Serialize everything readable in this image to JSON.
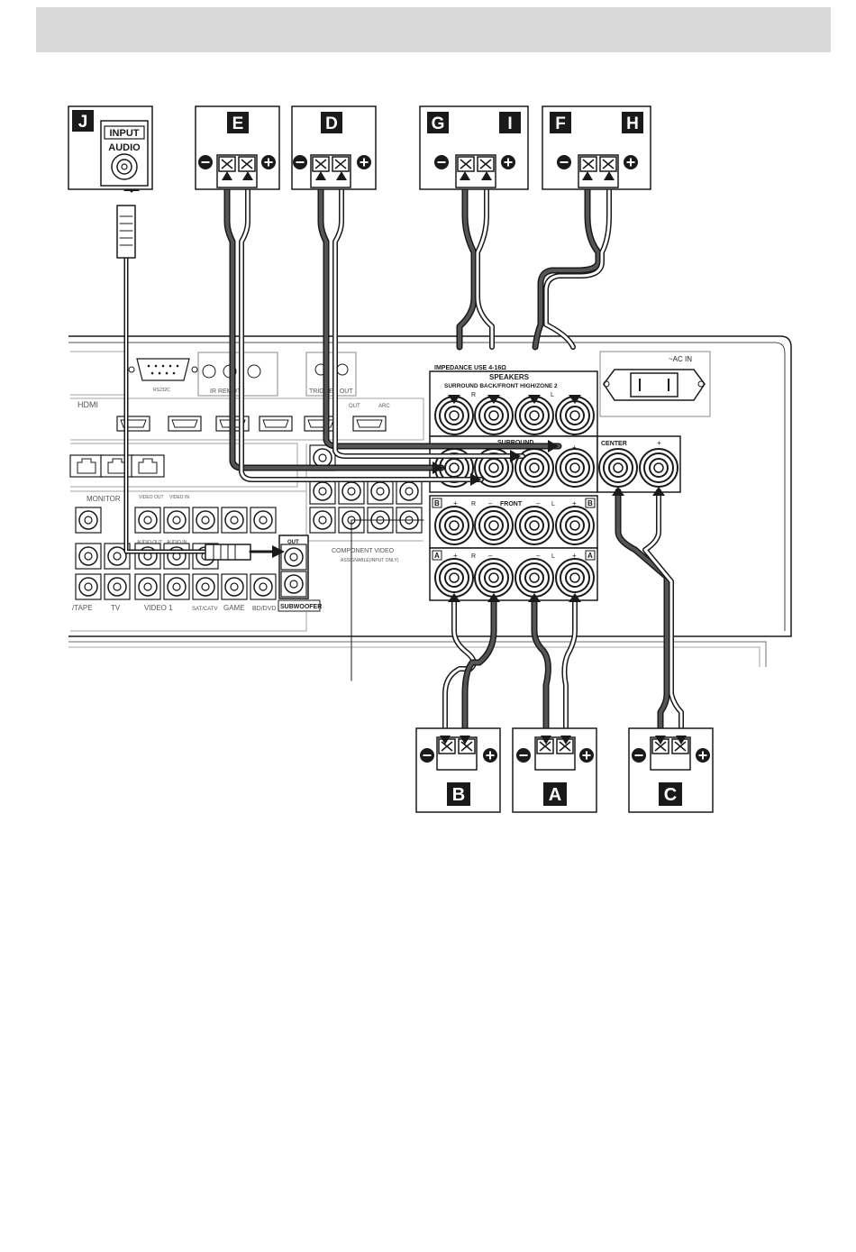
{
  "colors": {
    "ink": "#1a1a1a",
    "grey": "#d9d9d9",
    "cable_dark": "#555555",
    "panel_line": "#8a8a8a"
  },
  "speaker_boxes": {
    "J": {
      "letters": [
        "J"
      ],
      "input_label": "INPUT",
      "audio_label": "AUDIO"
    },
    "E": {
      "letters": [
        "E"
      ]
    },
    "D": {
      "letters": [
        "D"
      ]
    },
    "GI": {
      "letters": [
        "G",
        "I"
      ]
    },
    "FH": {
      "letters": [
        "F",
        "H"
      ]
    },
    "B": {
      "letters": [
        "B"
      ]
    },
    "A": {
      "letters": [
        "A"
      ]
    },
    "C": {
      "letters": [
        "C"
      ]
    }
  },
  "receiver": {
    "speakers_title": "SPEAKERS",
    "impedance_note": "IMPEDANCE USE 4-16Ω",
    "surround_back_label": "SURROUND BACK/FRONT HIGH/ZONE 2",
    "surround_label": "SURROUND",
    "front_label": "FRONT",
    "center_label": "CENTER",
    "ac_in_label": "~AC IN",
    "subwoofer_label": "SUBWOOFER",
    "sub_out_label": "OUT",
    "component_video_label": "COMPONENT VIDEO",
    "assignable_note": "ASSIGNABLE(INPUT ONLY)",
    "hdmi_label": "HDMI",
    "monitor_label": "MONITOR",
    "ir_remote_label": "IR REMOTE",
    "trigger_out_label": "TRIGGER OUT",
    "rs232c_label": "RS232C",
    "arc_label": "ARC",
    "hdmi_out_label": "OUT",
    "video_out_label": "VIDEO OUT",
    "video_in_label": "VIDEO IN",
    "audio_in_label": "AUDIO IN",
    "audio_out_label": "AUDIO OUT",
    "tape_label": "/TAPE",
    "tv_label": "TV",
    "video1_label": "VIDEO 1",
    "satcatv_label": "SAT/CATV",
    "game_label": "GAME",
    "bddvd_label": "BD/DVD",
    "r_label": "R",
    "l_label": "L",
    "plus": "+",
    "minus": "–",
    "bank_b": "B",
    "bank_a": "A"
  }
}
